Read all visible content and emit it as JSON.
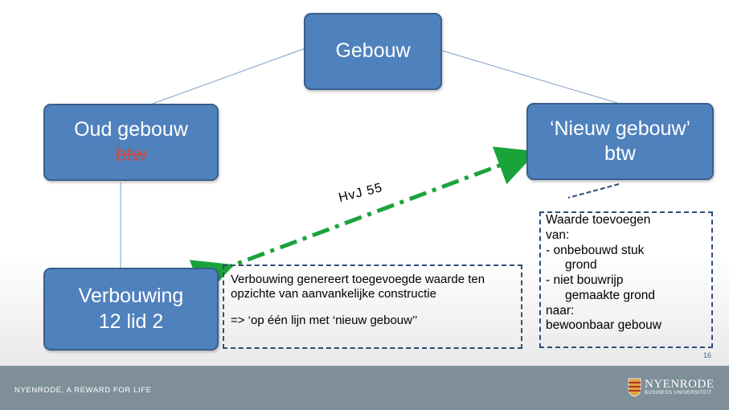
{
  "diagram": {
    "nodes": {
      "gebouw": "Gebouw",
      "oud_line1": "Oud gebouw",
      "oud_line2": "btw",
      "nieuw_line1": "‘Nieuw gebouw’",
      "nieuw_line2": "btw",
      "verbouwing_line1": "Verbouwing",
      "verbouwing_line2": "12 lid 2"
    },
    "arrow_label": "HvJ 55",
    "middle_box": {
      "line1": "Verbouwing genereert toegevoegde waarde ten opzichte van aanvankelijke constructie",
      "line2": "=> ‘op één lijn met ‘nieuw gebouw’’"
    },
    "right_box": {
      "l1": "Waarde toevoegen",
      "l2": "van:",
      "l3": "-  onbebouwd stuk",
      "l4": "grond",
      "l5": "-  niet bouwrijp",
      "l6": "gemaakte grond",
      "l7": "naar:",
      "l8": "bewoonbaar gebouw"
    },
    "colors": {
      "node_fill": "#4f81bd",
      "arrow": "#1aa33a",
      "strike": "#c0504d",
      "dashed": "#2f4d7a"
    }
  },
  "footer": {
    "tagline": "NYENRODE. A REWARD FOR LIFE",
    "logo_main": "NYENRODE",
    "logo_sub": "BUSINESS UNIVERSITEIT",
    "page_number": "16"
  }
}
